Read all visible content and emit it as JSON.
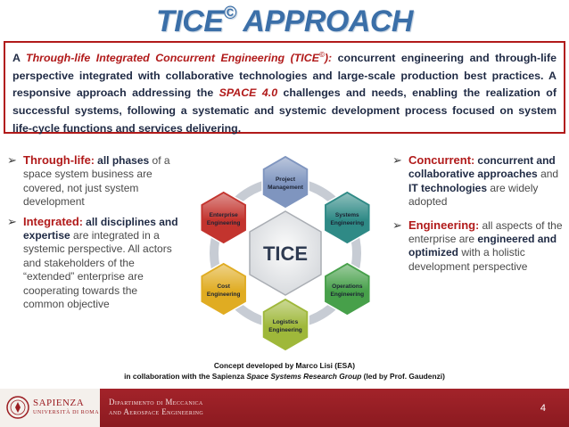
{
  "slide": {
    "title_main": "TICE",
    "title_mark": "©",
    "title_rest": " APPROACH"
  },
  "intro": {
    "p1": "A ",
    "p2": "Through-life Integrated Concurrent Engineering (TICE",
    "p2_mark": "©",
    "p3": "):",
    "p4": " concurrent engineering and through-life perspective integrated with collaborative technologies and large-scale production best practices. A responsive approach addressing the ",
    "p5": "SPACE 4.0",
    "p6": " challenges and needs, enabling the realization of successful systems, following a systematic and systemic development process focused on system life-cycle functions and services delivering."
  },
  "left_points": [
    {
      "head": "Through-life",
      "sep": ":",
      "bold": " all phases",
      "rest": " of a space system business are covered, not just system development"
    },
    {
      "head": "Integrated",
      "sep": ":",
      "bold": " all disciplines and expertise",
      "rest": " are integrated in a systemic perspective. All actors and stakeholders of the “extended” enterprise are cooperating towards the common objective"
    }
  ],
  "right_points": [
    {
      "head": "Concurrent",
      "sep": ":",
      "bold1": " concurrent and collaborative approaches",
      "mid": " and ",
      "bold2": "IT technologies",
      "rest": " are widely adopted"
    },
    {
      "head": "Engineering",
      "sep": ":",
      "pre": " all aspects of the enterprise are ",
      "bold": "engineered and optimized",
      "rest": " with a holistic development perspective"
    }
  ],
  "diagram": {
    "center": "TICE",
    "nodes": [
      {
        "label_1": "Project",
        "label_2": "Management",
        "color": "#7f95bf"
      },
      {
        "label_1": "Systems",
        "label_2": "Engineering",
        "color": "#2f8a86"
      },
      {
        "label_1": "Operations",
        "label_2": "Engineering",
        "color": "#47a04a"
      },
      {
        "label_1": "Logistics",
        "label_2": "Engineering",
        "color": "#9fb83a"
      },
      {
        "label_1": "Cost",
        "label_2": "Engineering",
        "color": "#e0ac22"
      },
      {
        "label_1": "Enterprise",
        "label_2": "Engineering",
        "color": "#c3342e"
      }
    ]
  },
  "credits": {
    "line1": "Concept developed by Marco Lisi (ESA)",
    "line2_a": "in collaboration with the Sapienza ",
    "line2_b": "Space Systems Research Group",
    "line2_c": " (led by Prof. Gaudenzi)"
  },
  "footer": {
    "logo_name": "SAPIENZA",
    "logo_sub": "UNIVERSITÀ DI ROMA",
    "dept_1": "Dipartimento di Meccanica",
    "dept_2": "and Aerospace Engineering",
    "page": "4"
  },
  "colors": {
    "title": "#3b6fa8",
    "accent": "#b11a1a",
    "footer": "#9b1d22"
  }
}
